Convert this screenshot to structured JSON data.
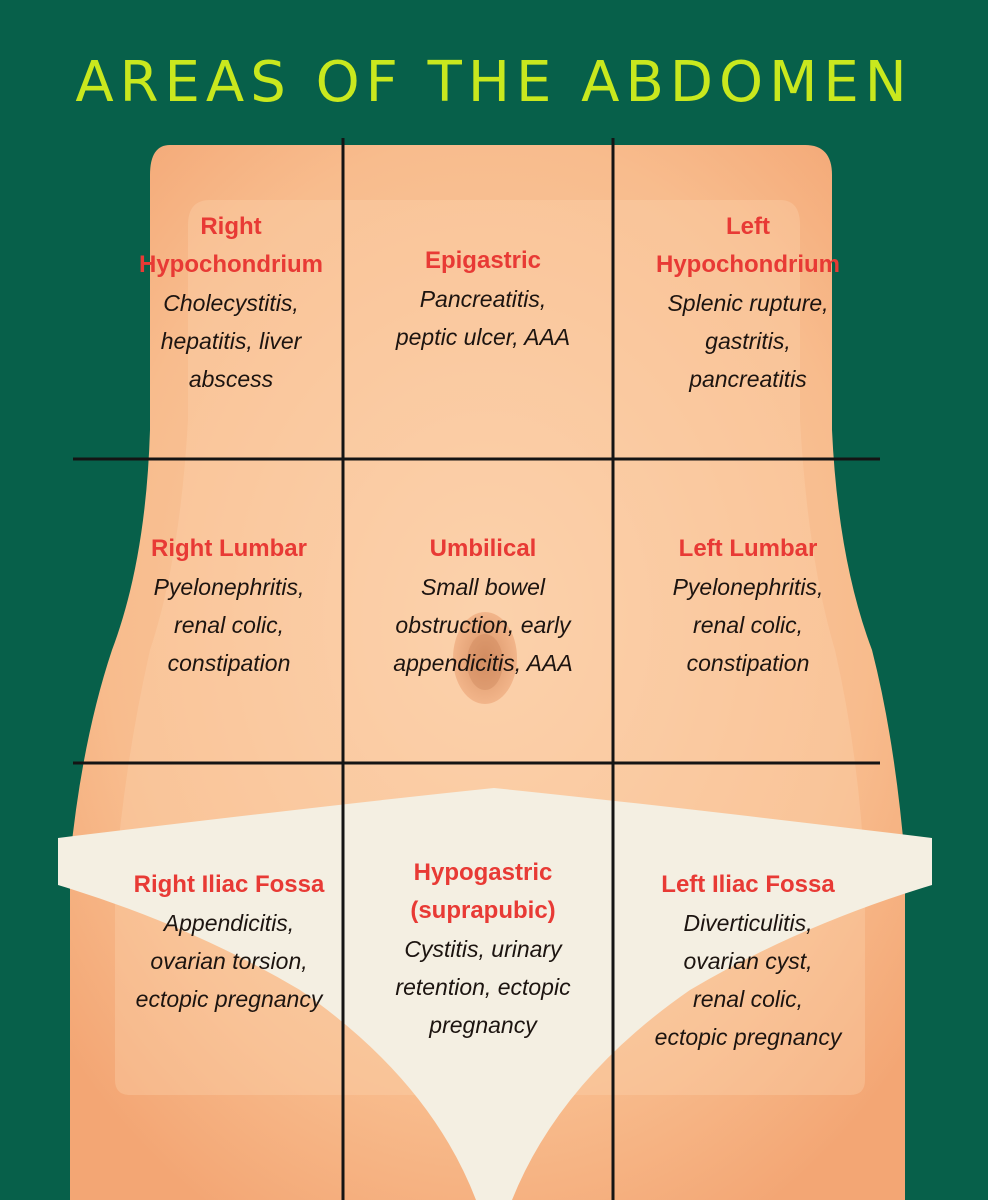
{
  "title": "AREAS OF THE ABDOMEN",
  "colors": {
    "background": "#07604a",
    "title": "#c9e81e",
    "skin": "#f8b98a",
    "underwear": "#f4efe2",
    "region_name": "#e83a35",
    "condition_text": "#1c1410",
    "grid_lines": "#141414"
  },
  "regions": [
    {
      "name": "Right\nHypochondrium",
      "conditions": "Cholecystitis,\nhepatitis, liver\nabscess"
    },
    {
      "name": "Epigastric",
      "conditions": "Pancreatitis,\npeptic ulcer, AAA"
    },
    {
      "name": "Left\nHypochondrium",
      "conditions": "Splenic rupture,\ngastritis,\npancreatitis"
    },
    {
      "name": "Right Lumbar",
      "conditions": "Pyelonephritis,\nrenal colic,\nconstipation"
    },
    {
      "name": "Umbilical",
      "conditions": "Small bowel\nobstruction, early\nappendicitis, AAA"
    },
    {
      "name": "Left Lumbar",
      "conditions": "Pyelonephritis,\nrenal colic,\nconstipation"
    },
    {
      "name": "Right Iliac Fossa",
      "conditions": "Appendicitis,\novarian torsion,\nectopic pregnancy"
    },
    {
      "name": "Hypogastric\n(suprapubic)",
      "conditions": "Cystitis, urinary\nretention, ectopic\npregnancy"
    },
    {
      "name": "Left Iliac Fossa",
      "conditions": "Diverticulitis,\novarian cyst,\nrenal colic,\nectopic pregnancy"
    }
  ]
}
